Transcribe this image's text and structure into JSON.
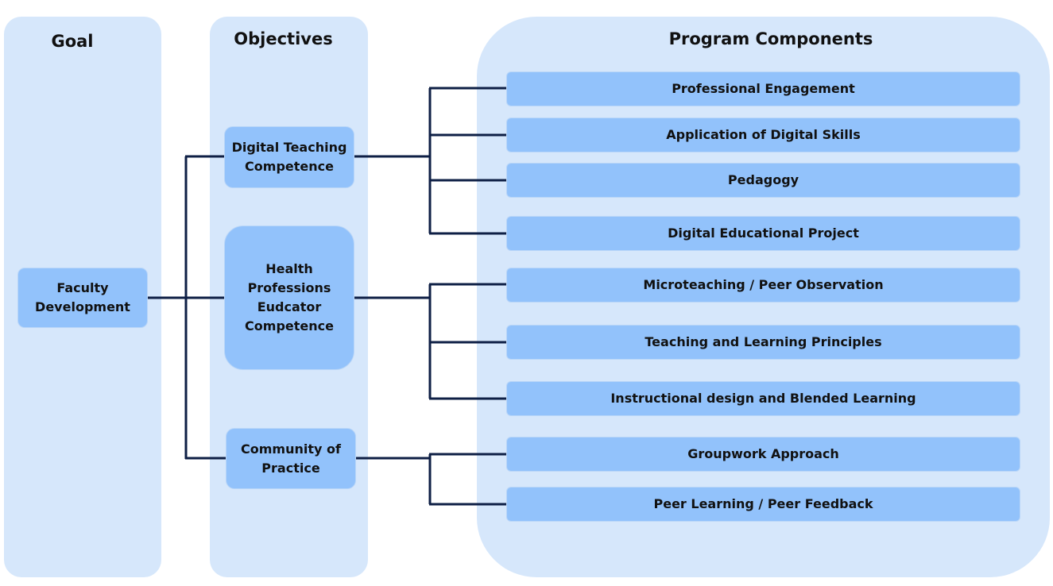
{
  "columns": {
    "goal": "Goal",
    "objectives": "Objectives",
    "components": "Program Components"
  },
  "goal": {
    "line1": "Faculty",
    "line2": "Development"
  },
  "objectives": [
    {
      "lines": [
        "Digital Teaching",
        "Competence"
      ]
    },
    {
      "lines": [
        "Health",
        "Professions",
        "Eudcator",
        "Competence"
      ]
    },
    {
      "lines": [
        "Community of",
        "Practice"
      ]
    }
  ],
  "components": [
    "Professional Engagement",
    "Application of Digital Skills",
    "Pedagogy",
    "Digital Educational Project",
    "Microteaching / Peer Observation",
    "Teaching and Learning Principles",
    "Instructional design and Blended Learning",
    "Groupwork Approach",
    "Peer Learning / Peer Feedback"
  ],
  "colors": {
    "column_background": "#d6e7fb",
    "box_fill": "#92c2fb",
    "connector": "#0e1f45"
  }
}
